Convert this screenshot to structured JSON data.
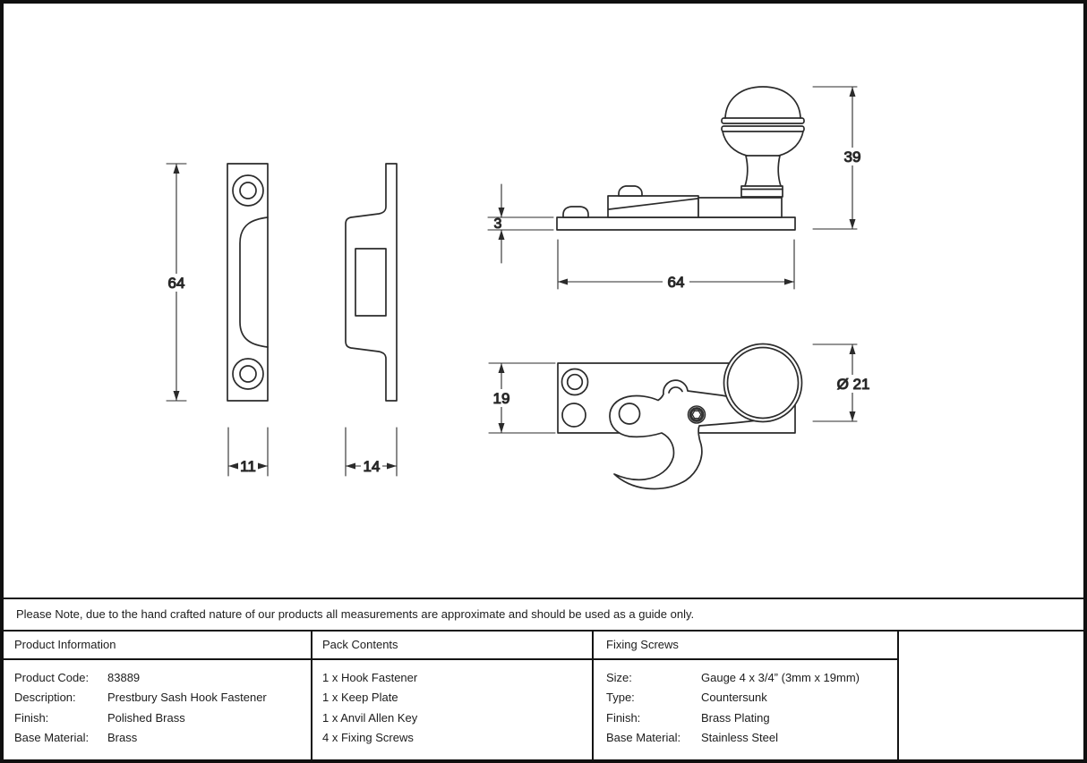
{
  "drawing": {
    "dims": {
      "keep_plate_height": "64",
      "keep_plate_width": "11",
      "keep_plate_depth": "14",
      "base_thickness": "3",
      "fastener_length": "64",
      "fastener_height": "39",
      "base_plate_width": "19",
      "knob_diameter": "Ø 21"
    }
  },
  "note": "Please Note, due to the hand crafted nature of our products all measurements are approximate and should be used as a guide only.",
  "tables": {
    "product_information": {
      "title": "Product Information",
      "rows": [
        {
          "label": "Product Code:",
          "value": "83889"
        },
        {
          "label": "Description:",
          "value": "Prestbury Sash Hook Fastener"
        },
        {
          "label": "Finish:",
          "value": "Polished Brass"
        },
        {
          "label": "Base Material:",
          "value": "Brass"
        }
      ]
    },
    "pack_contents": {
      "title": "Pack Contents",
      "items": [
        "1 x Hook Fastener",
        "1 x Keep Plate",
        "1 x Anvil Allen Key",
        "4 x Fixing Screws"
      ]
    },
    "fixing_screws": {
      "title": "Fixing Screws",
      "rows": [
        {
          "label": "Size:",
          "value": "Gauge 4 x 3/4” (3mm x 19mm)"
        },
        {
          "label": "Type:",
          "value": "Countersunk"
        },
        {
          "label": "Finish:",
          "value": "Brass Plating"
        },
        {
          "label": "Base Material:",
          "value": "Stainless Steel"
        }
      ]
    }
  }
}
